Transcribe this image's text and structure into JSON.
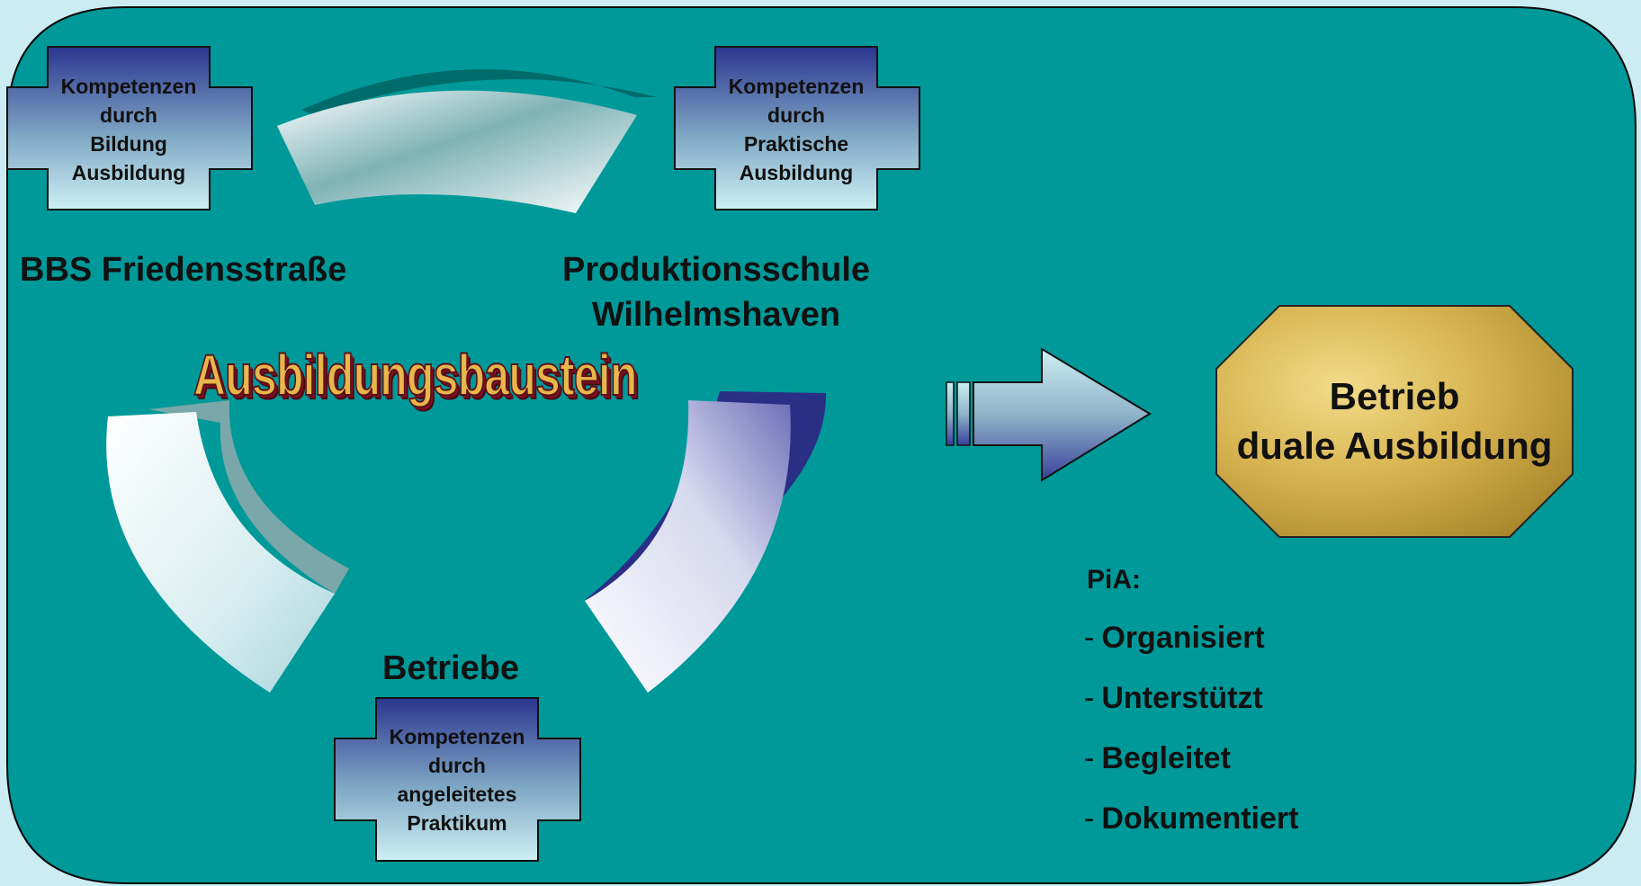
{
  "boxes": {
    "bildung": {
      "lines": [
        "Kompetenzen",
        "durch",
        "Bildung",
        "Ausbildung"
      ]
    },
    "praxis": {
      "lines": [
        "Kompetenzen",
        "durch",
        "Praktische",
        "Ausbildung"
      ]
    },
    "praktikum": {
      "lines": [
        "Kompetenzen",
        "durch",
        "angeleitetes",
        "Praktikum"
      ]
    }
  },
  "labels": {
    "bbs": "BBS Friedensstraße",
    "produktion_line1": "Produktionsschule",
    "produktion_line2": "Wilhelmshaven",
    "betriebe": "Betriebe",
    "center_title": "Ausbildungsbaustein"
  },
  "target": {
    "line1": "Betrieb",
    "line2": "duale Ausbildung"
  },
  "pia": {
    "heading": "PiA:",
    "items": [
      "Organisiert",
      "Unterstützt",
      "Begleitet",
      "Dokumentiert"
    ]
  },
  "colors": {
    "background": "#ccecf4",
    "panel": "#009999",
    "cross_top": "#2e3a94",
    "cross_bottom": "#c9ebf1",
    "gold": "#d9b64e"
  }
}
